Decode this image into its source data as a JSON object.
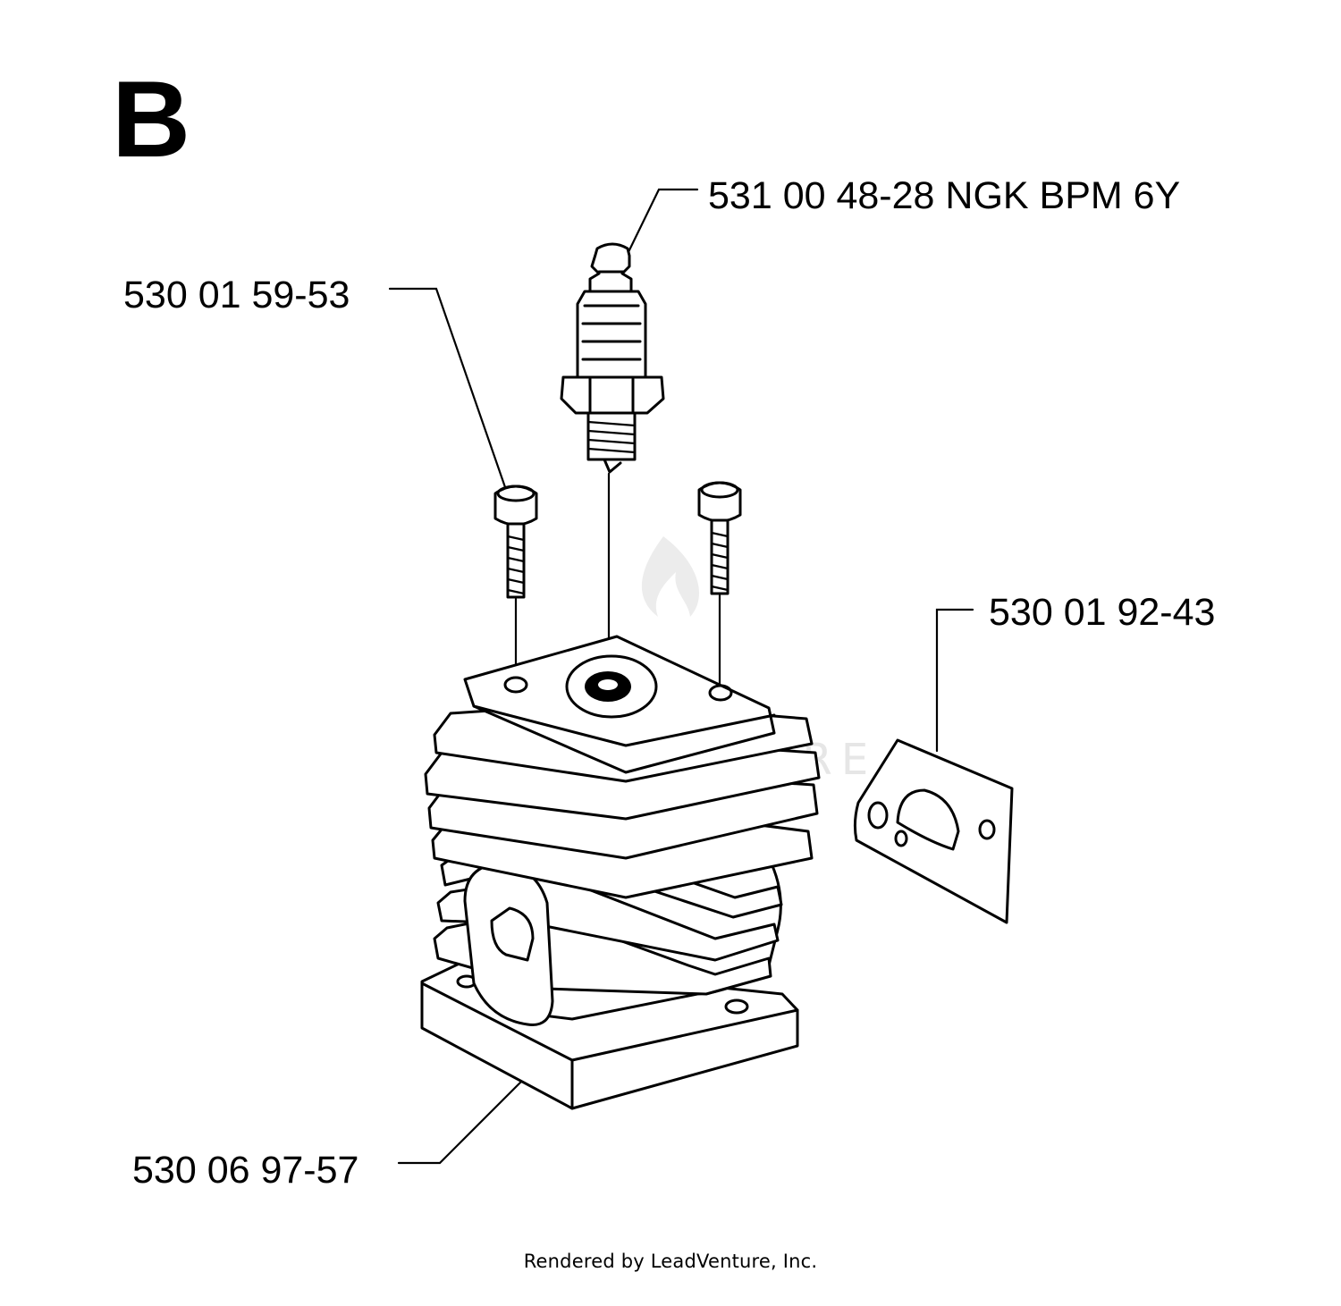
{
  "diagram": {
    "section_letter": "B",
    "watermark": "LEADVENTURE",
    "parts": [
      {
        "part_number": "531 00 48-28 NGK BPM 6Y",
        "component": "spark-plug"
      },
      {
        "part_number": "530 01 59-53",
        "component": "cylinder-screw"
      },
      {
        "part_number": "530 01 92-43",
        "component": "gasket"
      },
      {
        "part_number": "530 06 97-57",
        "component": "cylinder"
      }
    ],
    "footer": "Rendered by LeadVenture, Inc."
  }
}
